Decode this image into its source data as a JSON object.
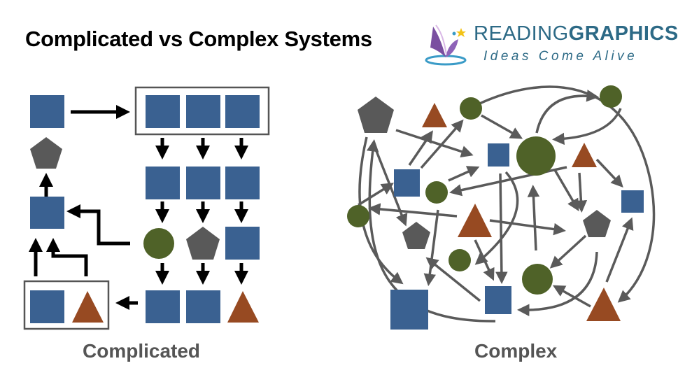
{
  "title": "Complicated vs Complex Systems",
  "logo": {
    "brand_light": "READING",
    "brand_bold": "GRAPHICS",
    "tagline": "Ideas Come Alive"
  },
  "labels": {
    "left": "Complicated",
    "right": "Complex"
  },
  "colors": {
    "blue": "#3a6191",
    "green": "#4f6228",
    "gray": "#595959",
    "orange": "#974a22",
    "arrow_dark": "#000000",
    "arrow_gray": "#5a5a5a"
  }
}
